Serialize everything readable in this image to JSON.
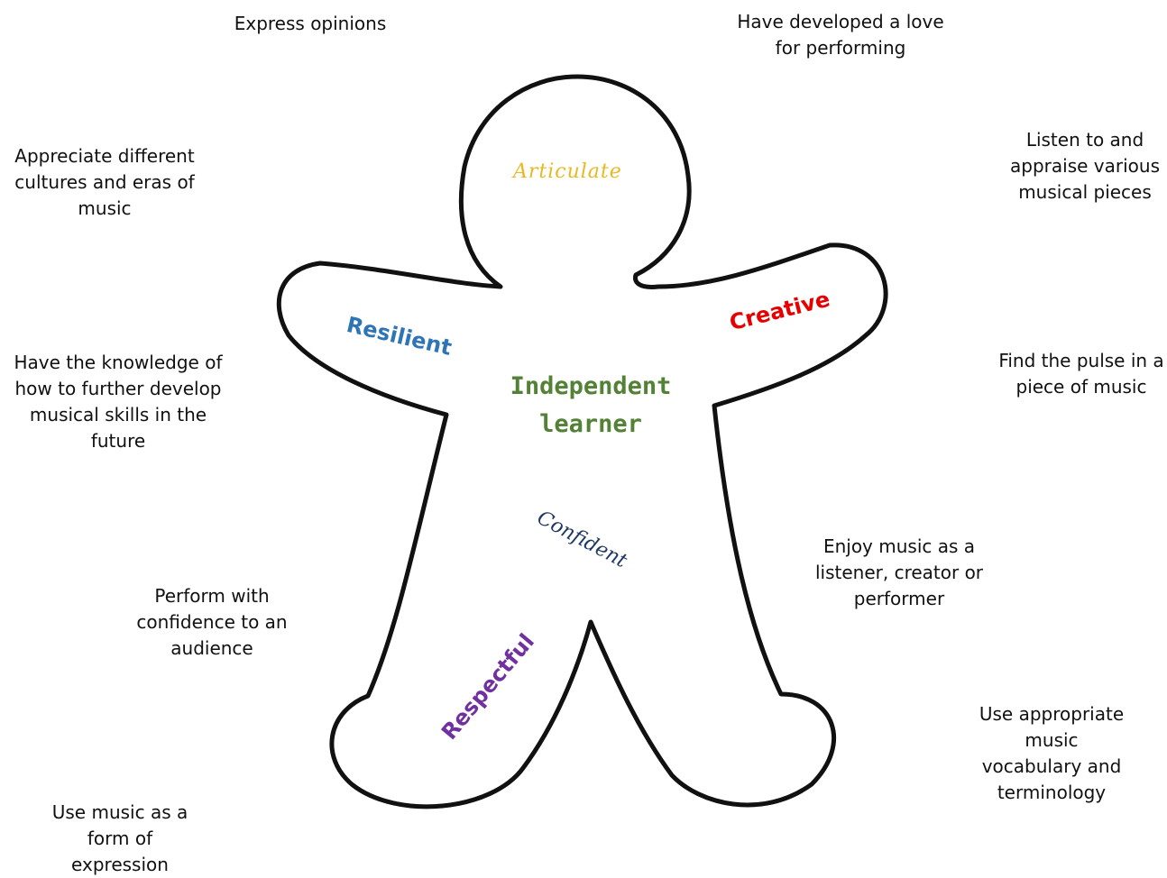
{
  "outer_statements": {
    "express_opinions": "Express opinions",
    "love_performing": "Have developed a love\nfor performing",
    "appreciate_cultures": "Appreciate different\ncultures and eras of\nmusic",
    "listen_appraise": "Listen to and\nappraise various\nmusical pieces",
    "knowledge_future": "Have the knowledge of\nhow to further develop\nmusical skills in the\nfuture",
    "find_pulse": "Find the pulse in a\npiece of music",
    "enjoy_music": "Enjoy music as a\nlistener, creator or\nperformer",
    "perform_confidence": "Perform with\nconfidence to an\naudience",
    "use_vocabulary": "Use appropriate\nmusic\nvocabulary and\nterminology",
    "use_expression": "Use music as a\nform of\nexpression"
  },
  "figure": {
    "attributes": {
      "articulate": "Articulate",
      "resilient": "Resilient",
      "creative": "Creative",
      "center": "Independent\nlearner",
      "confident": "Confident",
      "respectful": "Respectful"
    },
    "colors": {
      "articulate": "#e8b923",
      "resilient": "#2e75b6",
      "creative": "#e60000",
      "center": "#538135",
      "confident": "#1f3864",
      "respectful": "#7030a0",
      "outline": "#111111"
    }
  }
}
